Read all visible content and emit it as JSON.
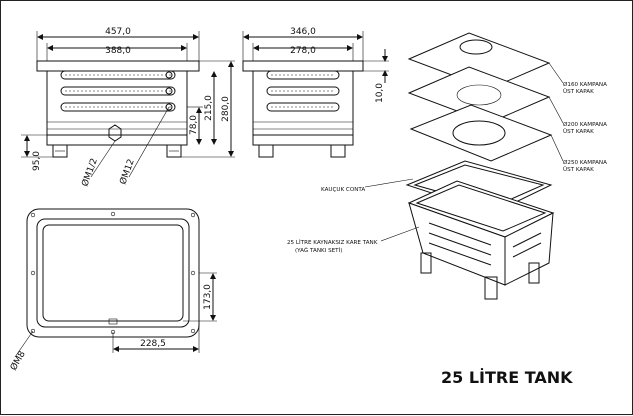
{
  "title": "25 LİTRE TANK",
  "dimensions": {
    "top_width_outer": "457,0",
    "top_width_inner": "388,0",
    "side_width_outer": "346,0",
    "side_width_inner": "278,0",
    "flange_height": "10,0",
    "total_height": "280,0",
    "body_height": "215,0",
    "port_height": "78,0",
    "foot_height": "95,0",
    "port_thread": "ØM1/2",
    "drain_thread": "ØM12",
    "cutout_height": "173,0",
    "cutout_width": "228,5",
    "bolt_hole": "ØM8"
  },
  "labels": {
    "lid_160_a": "Ø160 KAMPANA",
    "lid_160_b": "ÜST KAPAK",
    "lid_200_a": "Ø200 KAMPANA",
    "lid_200_b": "ÜST KAPAK",
    "lid_250_a": "Ø250 KAMPANA",
    "lid_250_b": "ÜST KAPAK",
    "gasket": "KAUÇUK CONTA",
    "tank_a": "25 LİTRE KAYNAKSIZ KARE TANK",
    "tank_b": "(YAĞ TANKI SETİ)"
  }
}
